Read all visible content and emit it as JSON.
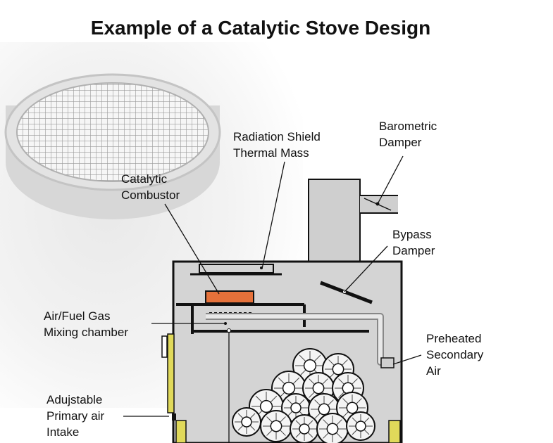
{
  "title": "Example of a Catalytic Stove Design",
  "labels": {
    "radiation_shield": [
      "Radiation Shield",
      "Thermal Mass"
    ],
    "barometric_damper": [
      "Barometric",
      "Damper"
    ],
    "catalytic_combustor": [
      "Catalytic",
      "Combustor"
    ],
    "bypass_damper": [
      "Bypass",
      "Damper"
    ],
    "mixing_chamber": [
      "Air/Fuel Gas",
      "Mixing chamber"
    ],
    "secondary_air": [
      "Preheated",
      "Secondary",
      "Air"
    ],
    "primary_air": [
      "Adujstable",
      "Primary air",
      "Intake"
    ]
  },
  "colors": {
    "stove_fill": "#d4d4d4",
    "outline": "#111111",
    "combustor": "#e5713a",
    "door_accent": "#e0d95a",
    "flue_fill": "#cfcfcf",
    "log_fill": "#f4f4f4"
  }
}
